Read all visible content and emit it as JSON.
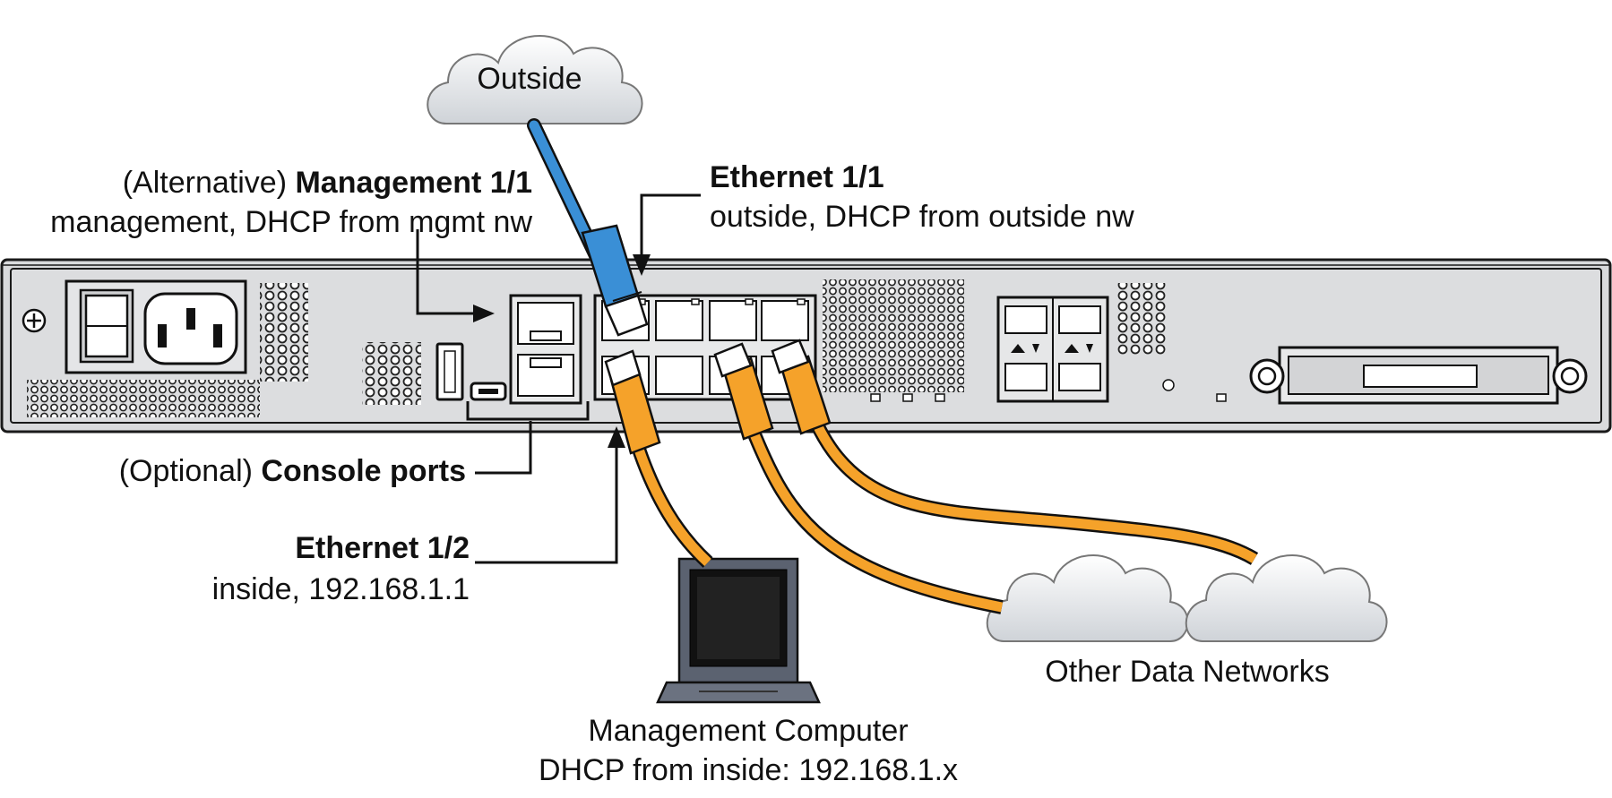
{
  "clouds": {
    "outside": "Outside",
    "other_networks": "Other Data Networks"
  },
  "labels": {
    "management": {
      "prefix": "(Alternative) ",
      "name": "Management 1/1",
      "desc": "management, DHCP from mgmt nw"
    },
    "ethernet_1_1": {
      "name": "Ethernet 1/1",
      "desc": "outside, DHCP from outside nw"
    },
    "console": {
      "prefix": "(Optional) ",
      "name": "Console ports"
    },
    "ethernet_1_2": {
      "name": "Ethernet 1/2",
      "desc": "inside, 192.168.1.1"
    },
    "management_computer": {
      "line1": "Management Computer",
      "line2": "DHCP from inside: 192.168.1.x"
    }
  },
  "colors": {
    "chassis": "#d9dadc",
    "outline": "#1a1a1a",
    "outside_cable": "#3a8fd6",
    "inside_cable": "#f5a22a",
    "cloud_fill": "#eef0f2"
  }
}
